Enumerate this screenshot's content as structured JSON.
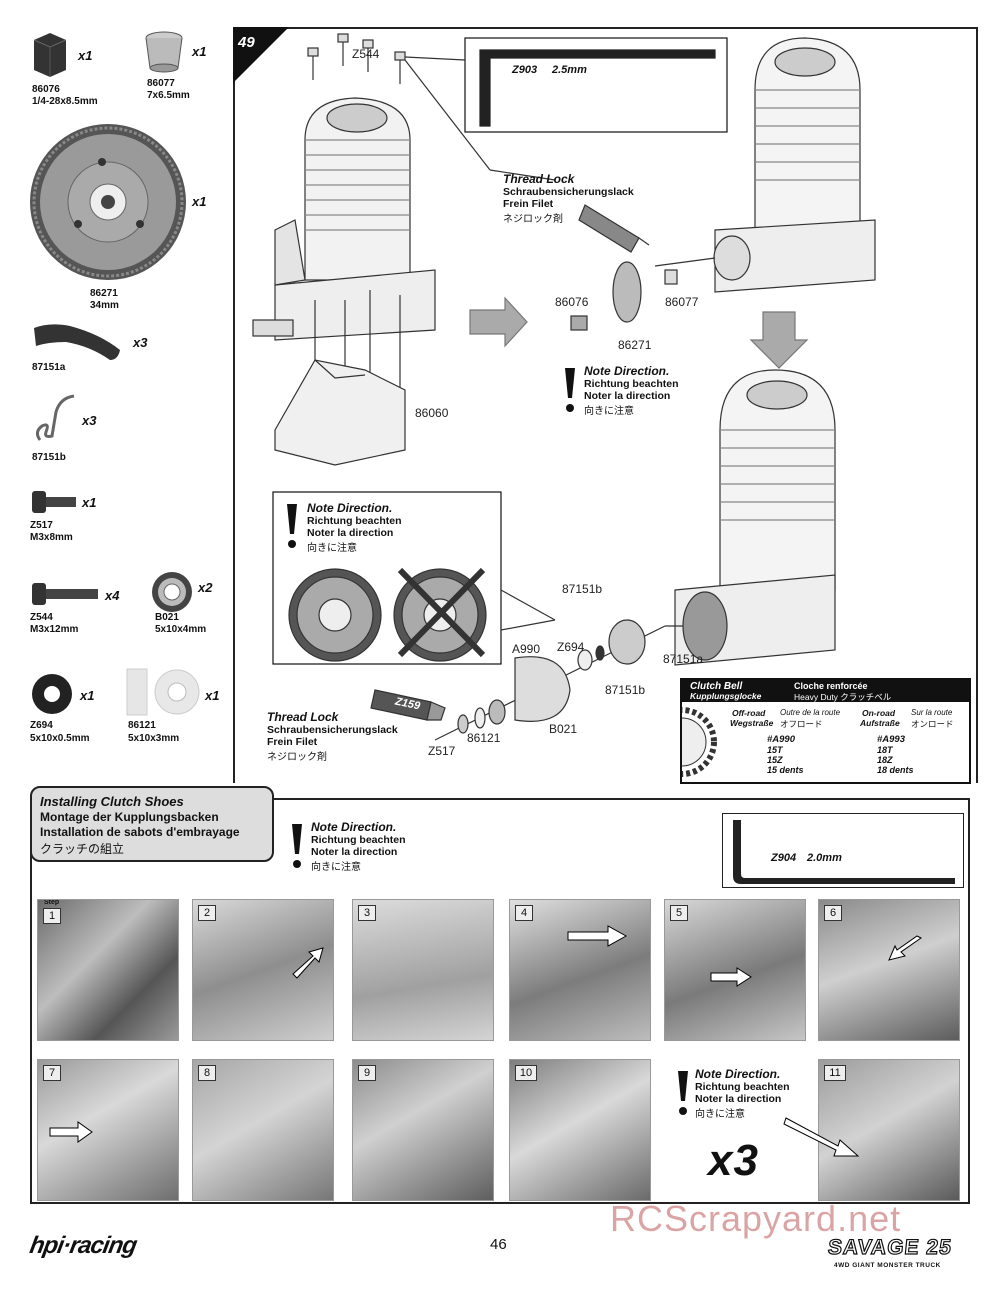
{
  "step_number": "49",
  "parts": [
    {
      "code": "86076",
      "spec": "1/4-28x8.5mm",
      "qty": "x1"
    },
    {
      "code": "86077",
      "spec": "7x6.5mm",
      "qty": "x1"
    },
    {
      "code": "86271",
      "spec": "34mm",
      "qty": "x1"
    },
    {
      "code": "87151a",
      "spec": "",
      "qty": "x3"
    },
    {
      "code": "87151b",
      "spec": "",
      "qty": "x3"
    },
    {
      "code": "Z517",
      "spec": "M3x8mm",
      "qty": "x1"
    },
    {
      "code": "Z544",
      "spec": "M3x12mm",
      "qty": "x4"
    },
    {
      "code": "B021",
      "spec": "5x10x4mm",
      "qty": "x2"
    },
    {
      "code": "Z694",
      "spec": "5x10x0.5mm",
      "qty": "x1"
    },
    {
      "code": "86121",
      "spec": "5x10x3mm",
      "qty": "x1"
    }
  ],
  "labels": {
    "z544": "Z544",
    "p86076": "86076",
    "p86077": "86077",
    "p86271": "86271",
    "p86060": "86060",
    "p87151b_top": "87151b",
    "p87151a": "87151a",
    "p87151b_bot": "87151b",
    "a990": "A990",
    "z694": "Z694",
    "b021": "B021",
    "p86121": "86121",
    "z517": "Z517",
    "z159": "Z159"
  },
  "wrench1": {
    "code": "Z903",
    "size": "2.5mm"
  },
  "wrench2": {
    "code": "Z904",
    "size": "2.0mm"
  },
  "thread_lock": {
    "en": "Thread Lock",
    "de": "Schraubensicherungslack",
    "fr": "Frein Filet",
    "jp": "ネジロック剤"
  },
  "note_direction": {
    "en": "Note Direction.",
    "de": "Richtung beachten",
    "fr": "Noter la direction",
    "jp": "向きに注意"
  },
  "clutch_bell": {
    "title_en": "Clutch Bell",
    "title_de": "Kupplungsglocke",
    "title_fr": "Cloche renforcée",
    "title_jp": "Heavy Duty クラッチベル",
    "offroad_en": "Off-road",
    "offroad_de": "Wegstraße",
    "offroad_fr": "Outre de la route",
    "offroad_jp": "オフロード",
    "onroad_en": "On-road",
    "onroad_de": "Aufstraße",
    "onroad_fr": "Sur la route",
    "onroad_jp": "オンロード",
    "a990_code": "#A990",
    "a990_t": "15T",
    "a990_z": "15Z",
    "a990_fr": "15 dents",
    "a993_code": "#A993",
    "a993_t": "18T",
    "a993_z": "18Z",
    "a993_fr": "18 dents"
  },
  "installing": {
    "en": "Installing Clutch Shoes",
    "de": "Montage der Kupplungsbacken",
    "fr": "Installation de sabots d'embrayage",
    "jp": "クラッチの組立"
  },
  "photo_steps": [
    "1",
    "2",
    "3",
    "4",
    "5",
    "6",
    "7",
    "8",
    "9",
    "10",
    "11"
  ],
  "step_tag": "Step",
  "x3_big": "x3",
  "footer": {
    "brand": "hpi·racing",
    "page": "46",
    "product": "SAVAGE 25",
    "product_sub": "4WD GIANT MONSTER TRUCK",
    "watermark": "RCScrapyard.net"
  }
}
